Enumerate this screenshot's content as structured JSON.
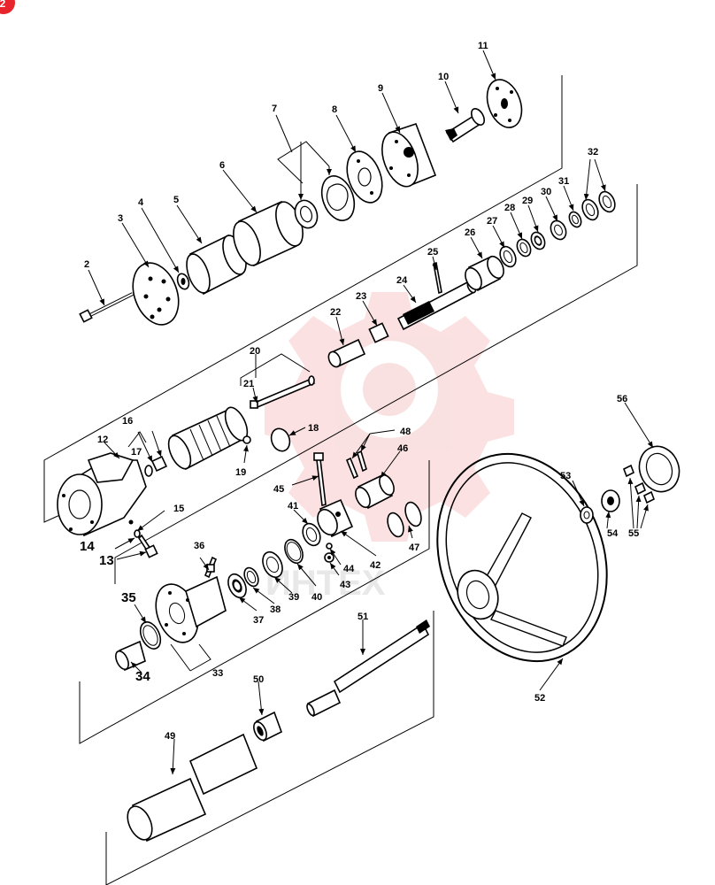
{
  "badge": "2",
  "watermark": "ИНТЕХ",
  "parts": {
    "p2": "2",
    "p3": "3",
    "p4": "4",
    "p5": "5",
    "p6": "6",
    "p7": "7",
    "p8": "8",
    "p9": "9",
    "p10": "10",
    "p11": "11",
    "p12": "12",
    "p13": "13",
    "p14": "14",
    "p15": "15",
    "p16": "16",
    "p17": "17",
    "p18": "18",
    "p19": "19",
    "p20": "20",
    "p21": "21",
    "p22": "22",
    "p23": "23",
    "p24": "24",
    "p25": "25",
    "p26": "26",
    "p27": "27",
    "p28": "28",
    "p29": "29",
    "p30": "30",
    "p31": "31",
    "p32": "32",
    "p33": "33",
    "p34": "34",
    "p35": "35",
    "p36": "36",
    "p37": "37",
    "p38": "38",
    "p39": "39",
    "p40": "40",
    "p41": "41",
    "p42": "42",
    "p43": "43",
    "p44": "44",
    "p45": "45",
    "p46": "46",
    "p47": "47",
    "p48": "48",
    "p49": "49",
    "p50": "50",
    "p51": "51",
    "p52": "52",
    "p53": "53",
    "p54": "54",
    "p55": "55",
    "p56": "56"
  },
  "colors": {
    "badge": "#e8242c",
    "watermark_gear": "#f7c9c9",
    "line": "#000000"
  }
}
